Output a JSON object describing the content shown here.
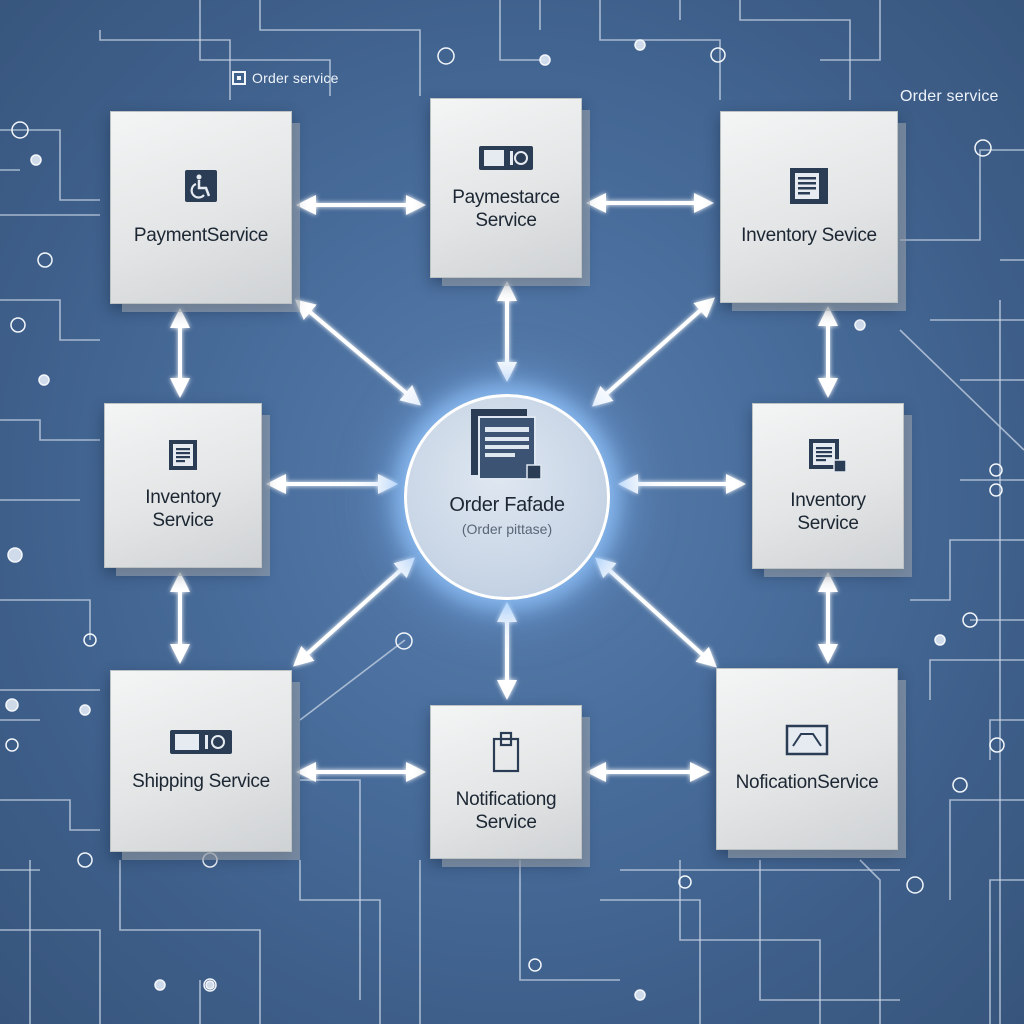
{
  "corner_labels": {
    "top_left": "Order service",
    "top_right": "Order service"
  },
  "facade": {
    "title": "Order Fafade",
    "subtitle": "(Order pittase)",
    "icon": "document-stack-icon"
  },
  "services": {
    "payment": {
      "label": "PaymentService",
      "icon": "accessibility-icon"
    },
    "paystance": {
      "label": "Paymestarce\nService",
      "icon": "card-icon"
    },
    "inventory_top_right": {
      "label": "Inventory Sevice",
      "icon": "document-icon"
    },
    "inventory_mid_left": {
      "label": "Inventory\nService",
      "icon": "document-icon"
    },
    "inventory_mid_right": {
      "label": "Inventory\nService",
      "icon": "document-icon"
    },
    "shipping": {
      "label": "Shipping Service",
      "icon": "card-icon"
    },
    "notification_bottom_center": {
      "label": "Notificationg\nService",
      "icon": "package-icon"
    },
    "notification_bottom_right": {
      "label": "NoficationService",
      "icon": "envelope-icon"
    }
  },
  "colors": {
    "background": "#4a6f9e",
    "box": "#e3e5e6",
    "arrow": "#ffffff",
    "glow": "#96c8ff",
    "text": "#1c2733"
  }
}
